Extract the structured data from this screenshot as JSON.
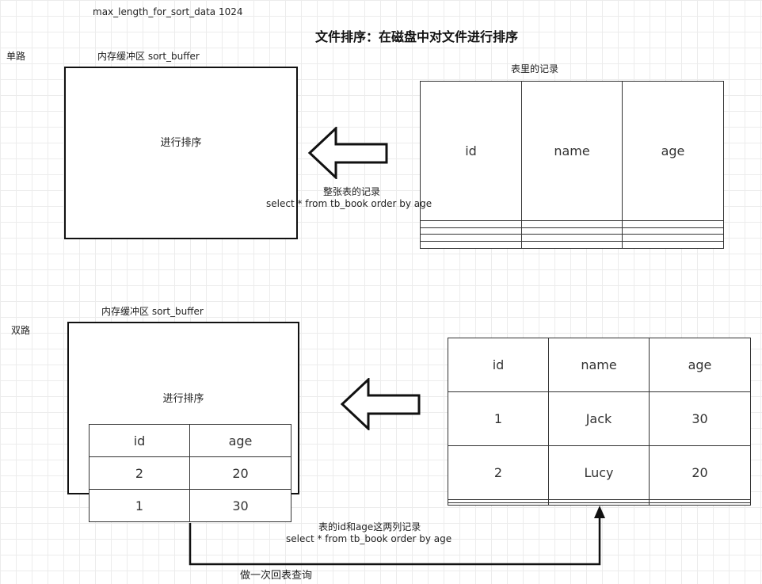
{
  "header": {
    "config_note": "max_length_for_sort_data 1024",
    "title": "文件排序：在磁盘中对文件进行排序"
  },
  "single_path": {
    "label": "单路",
    "buffer_label": "内存缓冲区 sort_buffer",
    "buffer_text": "进行排序",
    "table_caption": "表里的记录",
    "arrow_caption_1": "整张表的记录",
    "arrow_caption_2": "select * from tb_book order by age",
    "table": {
      "headers": [
        "id",
        "name",
        "age"
      ],
      "rows": [
        [
          "",
          "",
          ""
        ],
        [
          "",
          "",
          ""
        ],
        [
          "",
          "",
          ""
        ],
        [
          "",
          "",
          ""
        ]
      ]
    }
  },
  "double_path": {
    "label": "双路",
    "buffer_label": "内存缓冲区 sort_buffer",
    "buffer_text": "进行排序",
    "sorted_table": {
      "headers": [
        "id",
        "age"
      ],
      "rows": [
        [
          "2",
          "20"
        ],
        [
          "1",
          "30"
        ]
      ]
    },
    "table": {
      "headers": [
        "id",
        "name",
        "age"
      ],
      "rows": [
        [
          "1",
          "Jack",
          "30"
        ],
        [
          "2",
          "Lucy",
          "20"
        ],
        [
          "",
          "",
          ""
        ],
        [
          "",
          "",
          ""
        ]
      ]
    },
    "arrow_caption_1": "表的id和age这两列记录",
    "arrow_caption_2": "select * from tb_book order by age",
    "lookup_caption": "做一次回表查询"
  }
}
